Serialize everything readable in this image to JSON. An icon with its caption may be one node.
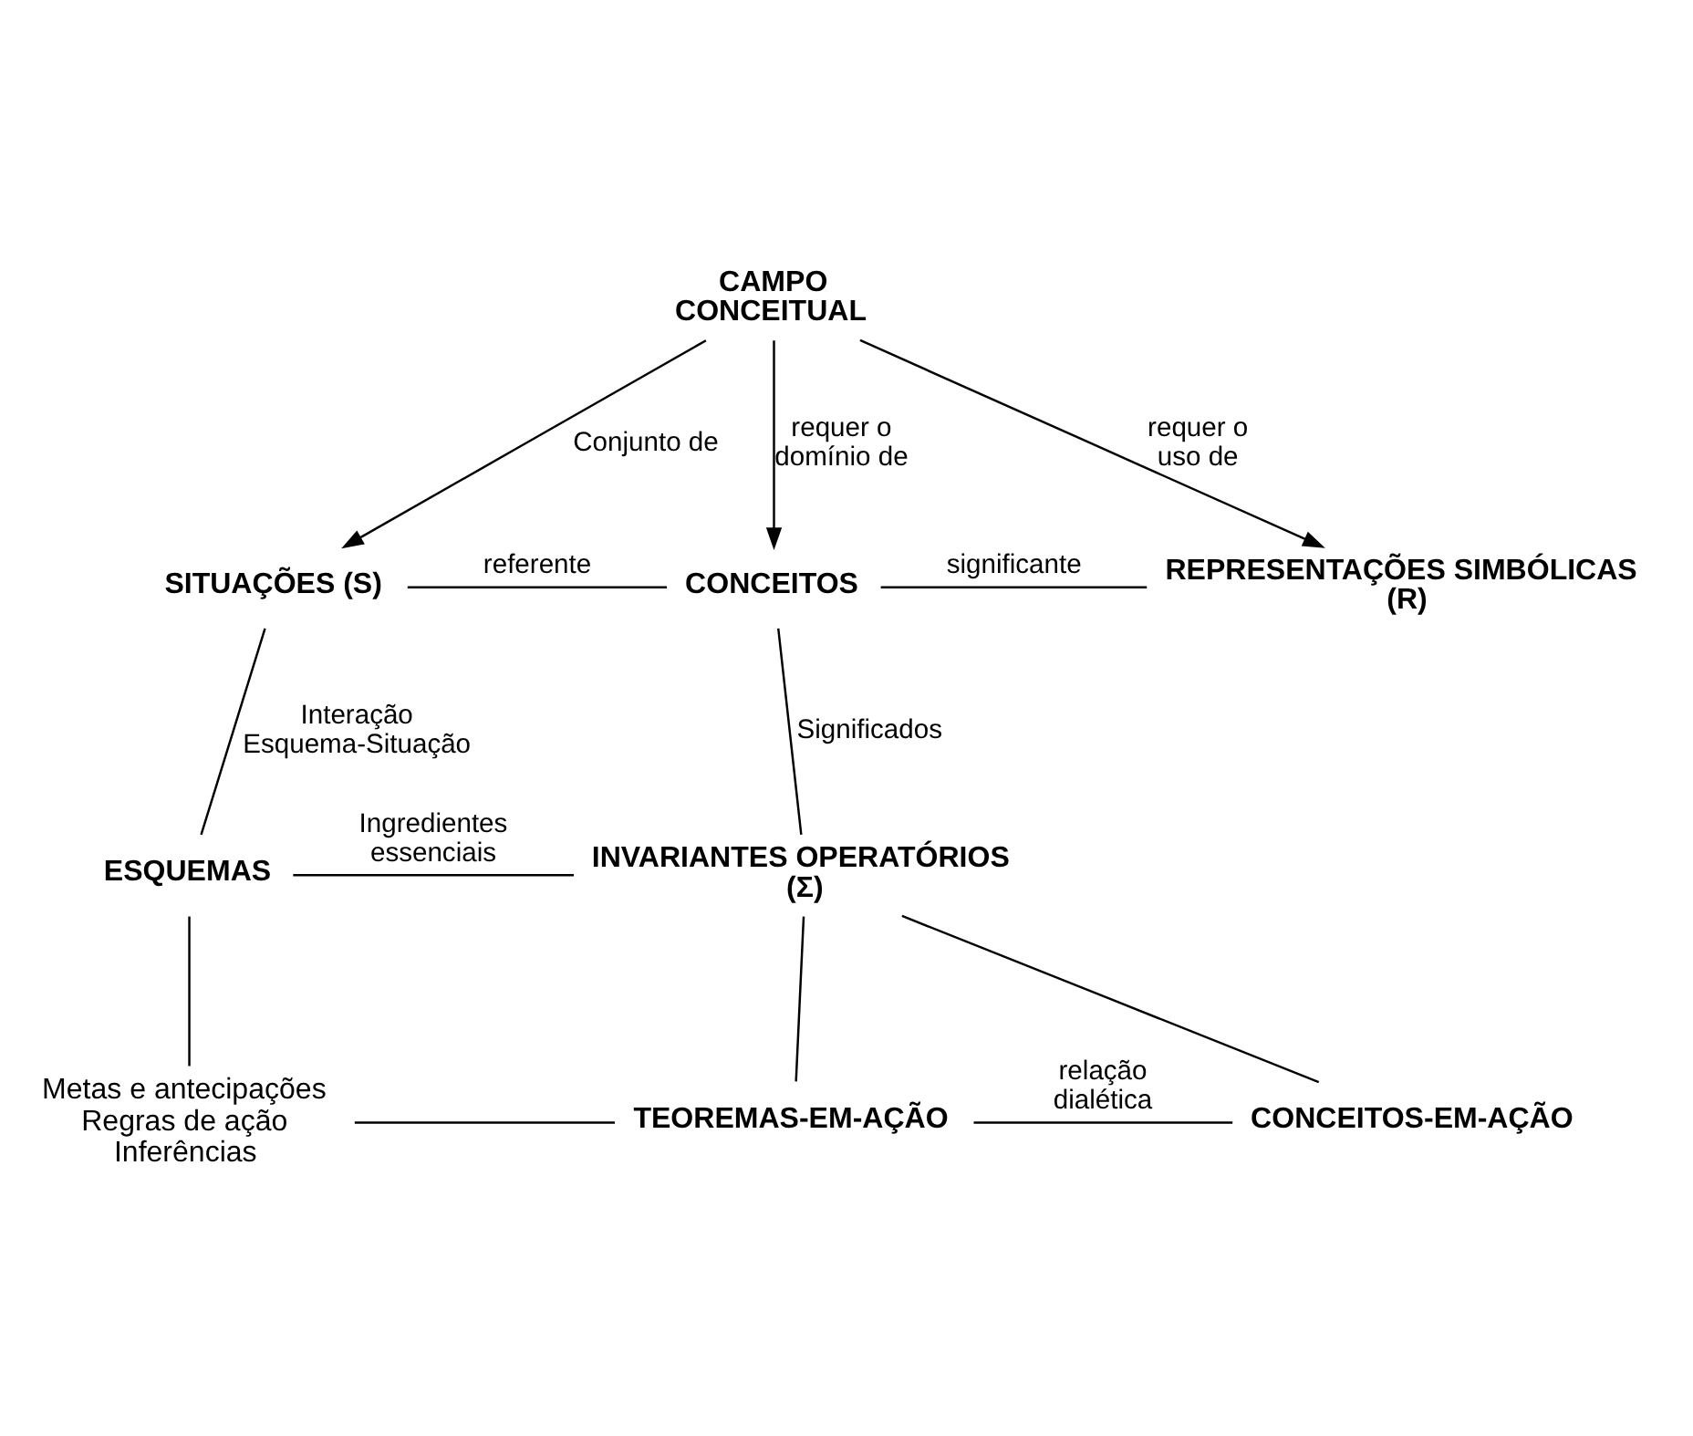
{
  "diagram": {
    "nodes": [
      {
        "text": [
          "CAMPO CONCEITUAL"
        ]
      },
      {
        "text": [
          "SITUAÇÕES (S)"
        ]
      },
      {
        "text": [
          "CONCEITOS"
        ]
      },
      {
        "text": [
          "REPRESENTAÇÕES SIMBÓLICAS (R)"
        ]
      },
      {
        "text": [
          "ESQUEMAS"
        ]
      },
      {
        "text": [
          "INVARIANTES OPERATÓRIOS (Σ)"
        ]
      },
      {
        "text": [
          "Metas e antecipações",
          "Regras de ação",
          "Inferências"
        ]
      },
      {
        "text": [
          "TEOREMAS-EM-AÇÃO"
        ]
      },
      {
        "text": [
          "CONCEITOS-EM-AÇÃO"
        ]
      }
    ],
    "edges": [
      {
        "from": 0,
        "to": 1,
        "arrow": "to",
        "label": "Conjunto de"
      },
      {
        "from": 0,
        "to": 2,
        "arrow": "to",
        "label": "requer o domínio de"
      },
      {
        "from": 0,
        "to": 3,
        "arrow": "to",
        "label": "requer o uso de"
      },
      {
        "from": 1,
        "to": 2,
        "arrow": "none",
        "label": "referente"
      },
      {
        "from": 2,
        "to": 3,
        "arrow": "none",
        "label": "significante"
      },
      {
        "from": 1,
        "to": 4,
        "arrow": "none",
        "label": "Interação Esquema-Situação"
      },
      {
        "from": 2,
        "to": 5,
        "arrow": "none",
        "label": "Significados"
      },
      {
        "from": 4,
        "to": 5,
        "arrow": "none",
        "label": "Ingredientes essenciais"
      },
      {
        "from": 4,
        "to": 6,
        "arrow": "none"
      },
      {
        "from": 5,
        "to": 7,
        "arrow": "none"
      },
      {
        "from": 5,
        "to": 8,
        "arrow": "none"
      },
      {
        "from": 6,
        "to": 7,
        "arrow": "none"
      },
      {
        "from": 7,
        "to": 8,
        "arrow": "none",
        "label": "relação dialética"
      }
    ]
  }
}
